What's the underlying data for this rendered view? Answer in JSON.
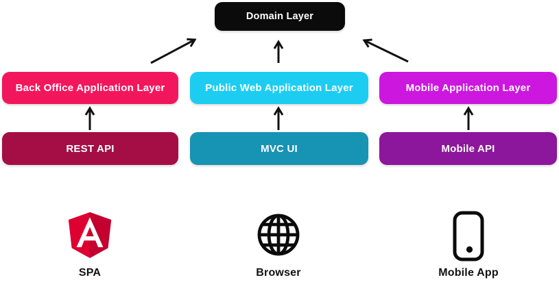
{
  "diagram": {
    "domain_layer": {
      "label": "Domain Layer",
      "bg": "#0b0b0b"
    },
    "application_layers": [
      {
        "label": "Back Office Application Layer",
        "bg": "#f2175d"
      },
      {
        "label": "Public Web Application Layer",
        "bg": "#1ccdf1"
      },
      {
        "label": "Mobile Application Layer",
        "bg": "#cc17df"
      }
    ],
    "api_layers": [
      {
        "label": "REST API",
        "bg": "#a50e45"
      },
      {
        "label": "MVC UI",
        "bg": "#1793b3"
      },
      {
        "label": "Mobile API",
        "bg": "#8c169c"
      }
    ],
    "clients": [
      {
        "label": "SPA",
        "icon": "angular-logo-icon"
      },
      {
        "label": "Browser",
        "icon": "globe-icon"
      },
      {
        "label": "Mobile App",
        "icon": "smartphone-icon"
      }
    ],
    "connections": [
      {
        "from": "Back Office Application Layer",
        "to": "Domain Layer"
      },
      {
        "from": "Public Web Application Layer",
        "to": "Domain Layer"
      },
      {
        "from": "Mobile Application Layer",
        "to": "Domain Layer"
      },
      {
        "from": "REST API",
        "to": "Back Office Application Layer"
      },
      {
        "from": "MVC UI",
        "to": "Public Web Application Layer"
      },
      {
        "from": "Mobile API",
        "to": "Mobile Application Layer"
      }
    ],
    "colors": {
      "arrow": "#111111",
      "angular_red": "#dd0031",
      "angular_dark_red": "#c3002f",
      "icon_outline": "#0b0b0b",
      "label_text": "#111111",
      "box_text": "#ffffff"
    }
  }
}
